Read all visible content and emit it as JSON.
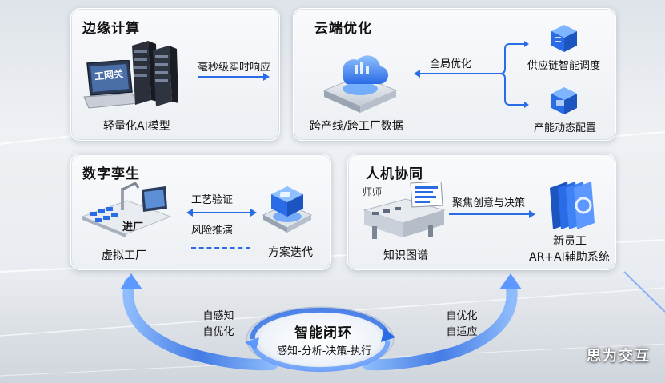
{
  "panels": {
    "edge": {
      "title": "边缘计算",
      "device_tag": "工网关",
      "arrow_label": "毫秒级实时响应",
      "caption": "轻量化AI模型"
    },
    "cloud": {
      "title": "云端优化",
      "arrow_label": "全局优化",
      "branch_top": "供应链智能调度",
      "branch_bottom": "产能动态配置",
      "caption": "跨产线/跨工厂数据"
    },
    "twin": {
      "title": "数字孪生",
      "factory_tag": "进厂",
      "label_top": "工艺验证",
      "label_bottom": "风险推演",
      "caption_left": "虚拟工厂",
      "caption_right": "方案迭代"
    },
    "human": {
      "title": "人机协同",
      "board_tag": "师师",
      "arrow_label": "聚焦创意与决策",
      "caption_left": "知识图谱",
      "caption_right_1": "新员工",
      "caption_right_2": "AR+AI辅助系统"
    }
  },
  "loop": {
    "center_title": "智能闭环",
    "center_sub": "感知-分析-决策-执行",
    "left_1": "自感知",
    "left_2": "自优化",
    "right_1": "自优化",
    "right_2": "自适应"
  },
  "watermark": "思为交互",
  "colors": {
    "accent": "#2a6be6",
    "ring": "#3d7cf0"
  }
}
